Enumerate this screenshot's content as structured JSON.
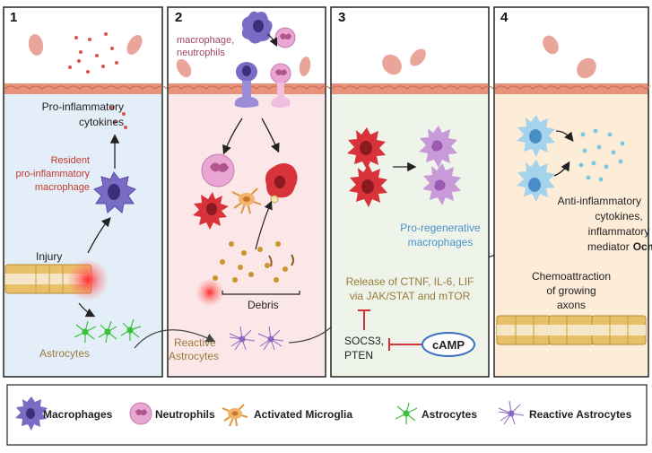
{
  "panels": [
    {
      "number": "1",
      "bg": "#e4eef9",
      "labels": {
        "cytokines_l1": "Pro-inflammatory",
        "cytokines_l2": "cytokines",
        "resident_l1": "Resident",
        "resident_l2": "pro-inflammatory",
        "resident_l3": "macrophage",
        "injury": "Injury",
        "astrocytes": "Astrocytes"
      }
    },
    {
      "number": "2",
      "bg": "#fbe7e8",
      "labels": {
        "cells_l1": "macrophage,",
        "cells_l2": "neutrophils",
        "debris": "Debris",
        "reactive_l1": "Reactive",
        "reactive_l2": "Astrocytes"
      }
    },
    {
      "number": "3",
      "bg": "#eef4ea",
      "labels": {
        "prg_l1": "Pro-regenerative",
        "prg_l2": "macrophages",
        "release_l1": "Release of CTNF, IL-6, LIF",
        "release_l2": "via JAK/STAT and mTOR",
        "socs_l1": "SOCS3,",
        "socs_l2": "PTEN",
        "camp": "cAMP"
      }
    },
    {
      "number": "4",
      "bg": "#fdecd8",
      "labels": {
        "anti_l1": "Anti-inflammatory",
        "anti_l2": "cytokines,",
        "anti_l3": "inflammatory",
        "mediator_prefix": "mediator",
        "mediator_bold": "Ocm",
        "chemo_l1": "Chemoattraction",
        "chemo_l2": "of growing",
        "chemo_l3": "axons"
      }
    }
  ],
  "legend": {
    "macrophages": "Macrophages",
    "neutrophils": "Neutrophils",
    "microglia": "Activated Microglia",
    "astrocytes": "Astrocytes",
    "reactive": "Reactive Astrocytes"
  },
  "colors": {
    "border": "#222222",
    "endothelium": "#e8927a",
    "rbc": "#e9a59a",
    "macrophage": "#7a6cc4",
    "neutrophil": "#e9a6d3",
    "red_cell": "#d8323a",
    "pro_regen": "#c89ad8",
    "astro_green": "#3cbf3c",
    "reactive_purple": "#8a6ac0",
    "microglia": "#f2b36b",
    "axon": "#c9a450",
    "anti_cell": "#a6d3ec",
    "text_red": "#c0392b",
    "text_brown": "#9a7a3a",
    "text_blue": "#4a90c8",
    "text_pink": "#a0456a",
    "camp_ring": "#3a6fc4"
  }
}
